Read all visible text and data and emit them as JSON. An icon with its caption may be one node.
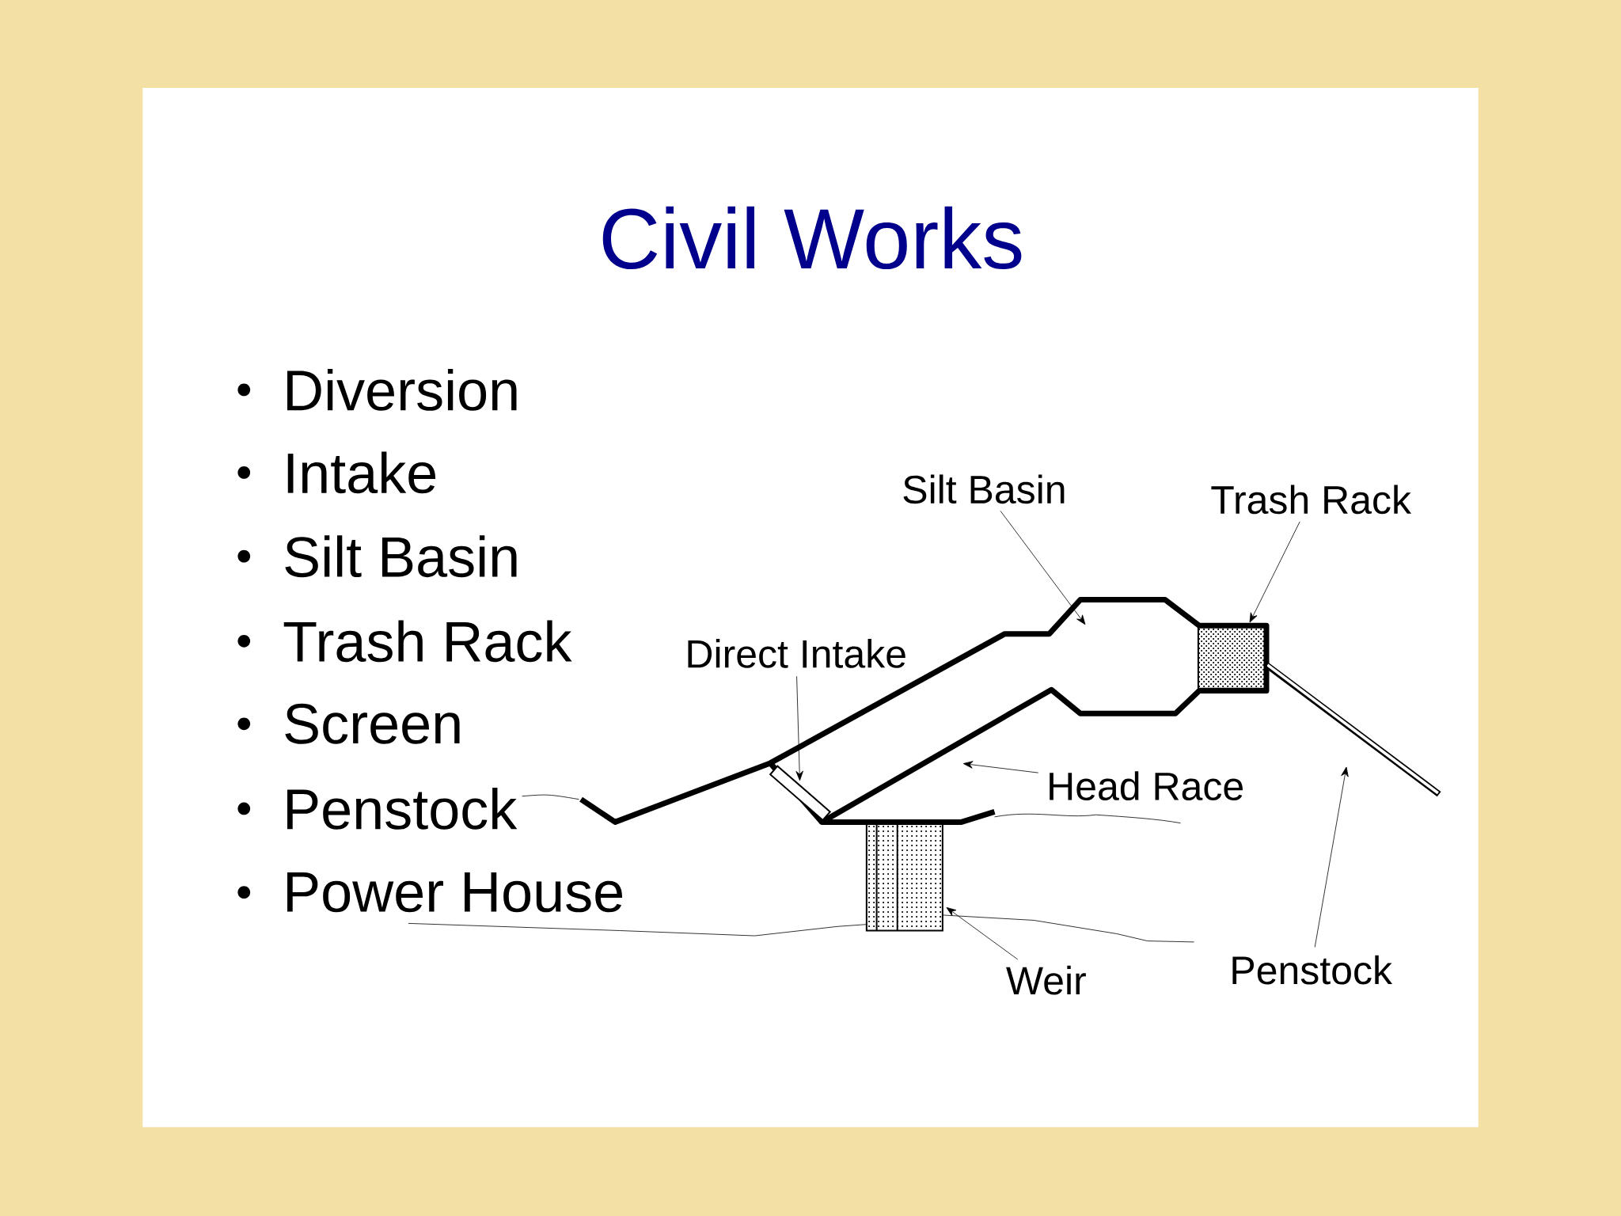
{
  "diagram": {
    "title": "Civil Works",
    "nodes": [
      {
        "text": [
          "Silt Basin"
        ]
      },
      {
        "text": [
          "Trash Rack"
        ]
      },
      {
        "text": [],
        "shape": "box"
      },
      {
        "text": [
          "Direct Intake"
        ]
      },
      {
        "text": [],
        "shape": "box"
      },
      {
        "text": [
          "Head Race"
        ]
      },
      {
        "text": [
          "Weir"
        ]
      },
      {
        "text": [],
        "shape": "box"
      },
      {
        "text": [
          "Penstock"
        ]
      }
    ],
    "edges": [
      {
        "from": 0,
        "to": null,
        "arrow": "to"
      },
      {
        "from": 1,
        "to": 2,
        "arrow": "to"
      },
      {
        "from": 3,
        "to": 4,
        "arrow": "to"
      },
      {
        "from": 5,
        "to": null,
        "arrow": "to"
      },
      {
        "from": 6,
        "to": 7,
        "arrow": "to"
      },
      {
        "from": 8,
        "to": null,
        "arrow": "to"
      }
    ],
    "labels": [
      "Diversion",
      "Intake",
      "Silt Basin",
      "Trash Rack",
      "Screen",
      "Penstock",
      "Power House"
    ]
  }
}
